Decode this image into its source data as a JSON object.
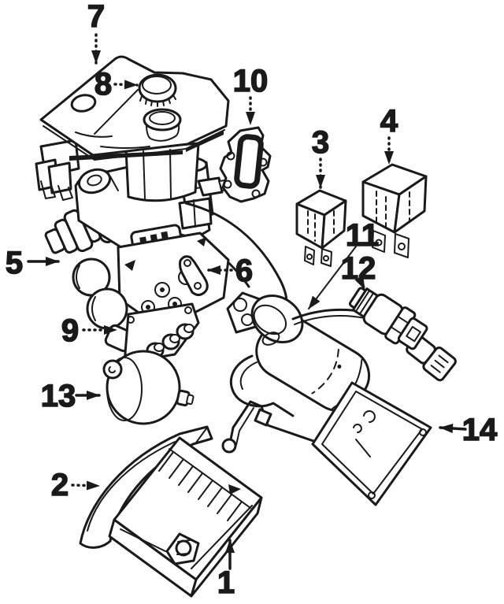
{
  "figure": {
    "kind": "exploded-parts-diagram",
    "background": "#ffffff",
    "ink": "#1a1a1a",
    "callouts": [
      {
        "label": "1",
        "part": "control-module"
      },
      {
        "label": "2",
        "part": "mounting-bracket"
      },
      {
        "label": "3",
        "part": "relay-small"
      },
      {
        "label": "4",
        "part": "relay-large"
      },
      {
        "label": "5",
        "part": "hydraulic-unit-master-cylinder"
      },
      {
        "label": "6",
        "part": "link-bracket"
      },
      {
        "label": "7",
        "part": "fluid-reservoir"
      },
      {
        "label": "8",
        "part": "reservoir-cap"
      },
      {
        "label": "9",
        "part": "stud-plate"
      },
      {
        "label": "10",
        "part": "gasket"
      },
      {
        "label": "11",
        "part": "pump-motor"
      },
      {
        "label": "12",
        "part": "pressure-switch"
      },
      {
        "label": "13",
        "part": "accumulator"
      },
      {
        "label": "14",
        "part": "cover-plate"
      }
    ]
  }
}
